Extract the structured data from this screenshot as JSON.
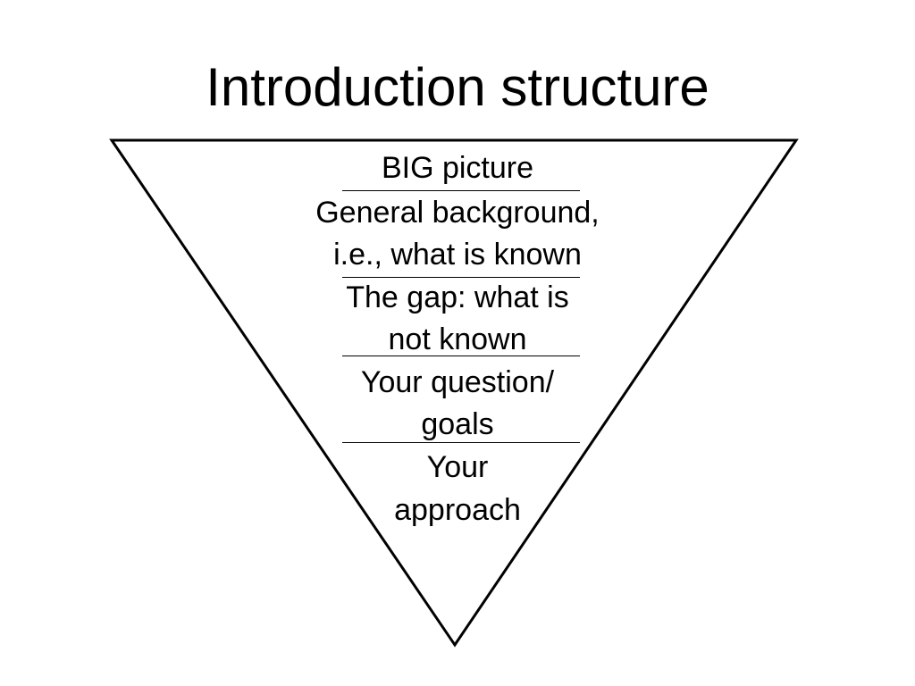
{
  "slide": {
    "title": "Introduction structure"
  },
  "funnel": {
    "stroke_color": "#000000",
    "levels": [
      {
        "lines": [
          "BIG picture"
        ]
      },
      {
        "lines": [
          "General background,",
          "i.e., what is known"
        ]
      },
      {
        "lines": [
          "The gap: what is",
          "not known"
        ]
      },
      {
        "lines": [
          "Your question/",
          "goals"
        ]
      },
      {
        "lines": [
          "Your",
          "approach"
        ]
      }
    ]
  }
}
